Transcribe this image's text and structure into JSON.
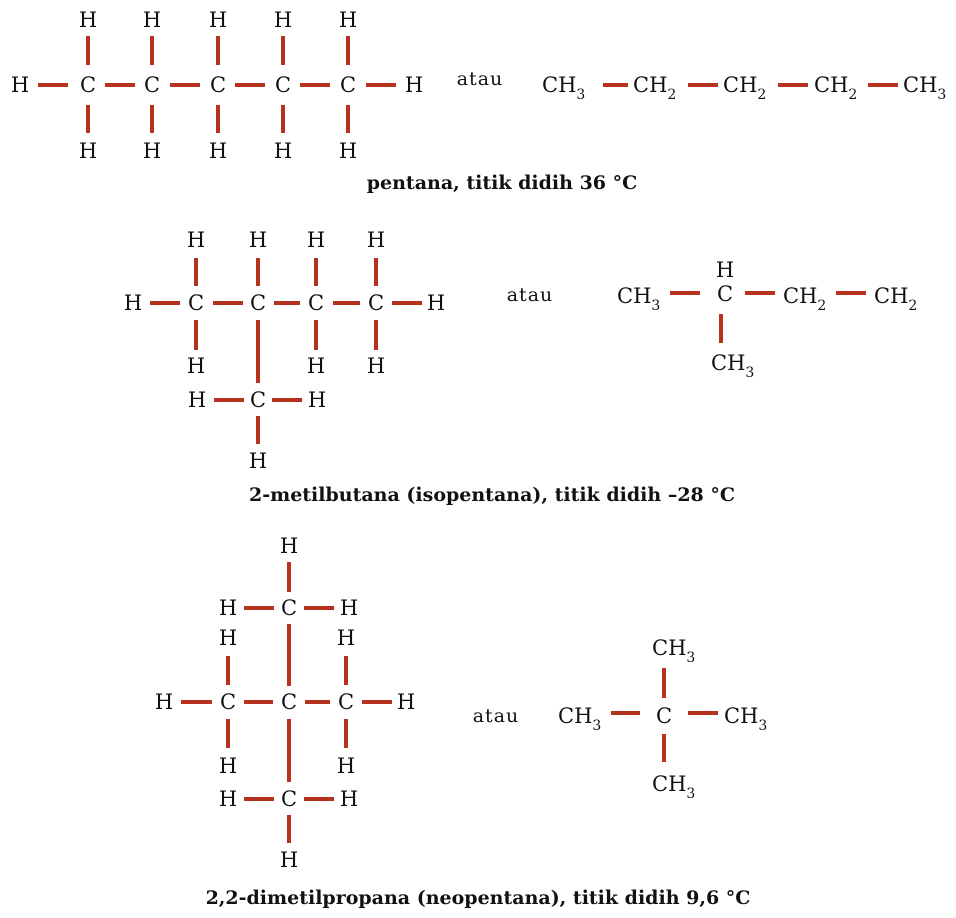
{
  "bond_color": "#b5321f",
  "atom_labels": {
    "carbon": "C",
    "hydrogen": "H",
    "methyl": "CH",
    "methylene": "CH",
    "sub_methyl": "3",
    "sub_methylene": "2"
  },
  "connector": "atau",
  "compounds": [
    {
      "id": "pentana",
      "caption": "pentana, titik didih 36 °C",
      "condensed": [
        "CH3",
        "CH2",
        "CH2",
        "CH2",
        "CH3"
      ]
    },
    {
      "id": "isopentana",
      "caption": "2-metilbutana (isopentana), titik didih –28 °C",
      "condensed": [
        "CH3",
        "CH",
        "CH2",
        "CH2",
        "CH3"
      ]
    },
    {
      "id": "neopentana",
      "caption": "2,2-dimetilpropana (neopentana), titik didih 9,6 °C",
      "condensed": [
        "CH3",
        "C",
        "CH3",
        "CH3",
        "CH3"
      ]
    }
  ]
}
